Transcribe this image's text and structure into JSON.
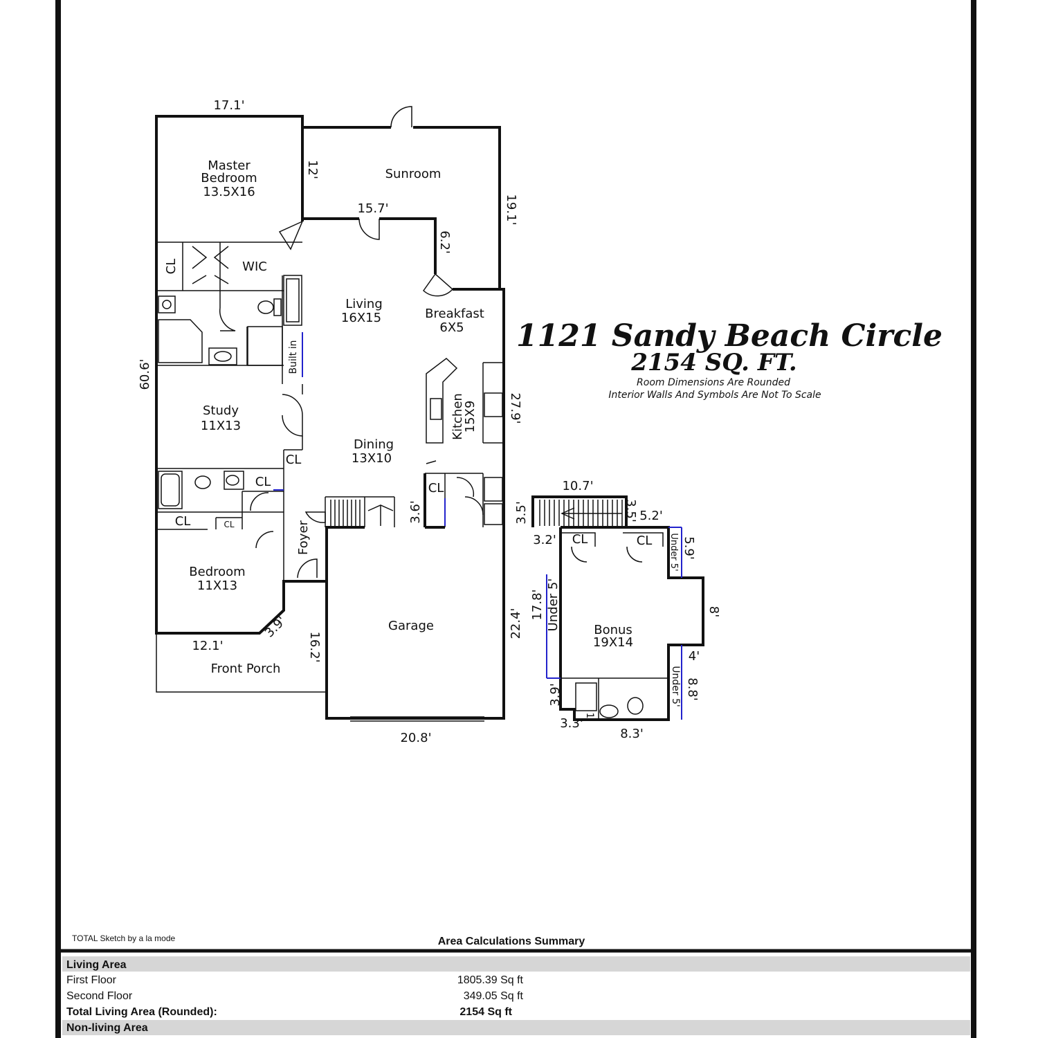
{
  "header": {
    "address": "1121 Sandy Beach Circle",
    "sqft": "2154 SQ. FT.",
    "note1": "Room Dimensions Are Rounded",
    "note2": "Interior Walls And Symbols Are Not To Scale"
  },
  "rooms": {
    "master_l1": "Master",
    "master_l2": "Bedroom",
    "master_l3": "13.5X16",
    "sunroom": "Sunroom",
    "wic": "WIC",
    "living_l1": "Living",
    "living_l2": "16X15",
    "breakfast_l1": "Breakfast",
    "breakfast_l2": "6X5",
    "builtin": "Built in",
    "study_l1": "Study",
    "study_l2": "11X13",
    "dining_l1": "Dining",
    "dining_l2": "13X10",
    "kitchen_l1": "Kitchen",
    "kitchen_l2": "15X9",
    "foyer": "Foyer",
    "bedroom_l1": "Bedroom",
    "bedroom_l2": "11X13",
    "garage": "Garage",
    "front_porch": "Front Porch",
    "bonus_l1": "Bonus",
    "bonus_l2": "19X14",
    "cl": "CL",
    "under5": "Under 5'"
  },
  "dims": {
    "d171": "17.1'",
    "d12": "12'",
    "d157": "15.7'",
    "d62": "6.2'",
    "d191": "19.1'",
    "d606": "60.6'",
    "d279": "27.9'",
    "d36": "3.6'",
    "d35": "3.5'",
    "d224": "22.4'",
    "d208": "20.8'",
    "d121": "12.1'",
    "d39a": "3.9'",
    "d162": "16.2'",
    "d107": "10.7'",
    "d35b": "3.5'",
    "d52": "5.2'",
    "d32": "3.2'",
    "d59": "5.9'",
    "d178": "17.8'",
    "d8": "8'",
    "d4": "4'",
    "d88": "8.8'",
    "d39b": "3.9'",
    "d33": "3.3'",
    "d1": "1'",
    "d83": "8.3'"
  },
  "footer": {
    "credit": "TOTAL Sketch by a la mode",
    "summary_title": "Area Calculations Summary",
    "living_area": "Living Area",
    "first_floor": "First Floor",
    "first_floor_val": "1805.39 Sq ft",
    "second_floor": "Second Floor",
    "second_floor_val": "349.05 Sq ft",
    "total_label": "Total Living Area (Rounded):",
    "total_val": "2154 Sq ft",
    "non_living": "Non-living Area"
  }
}
